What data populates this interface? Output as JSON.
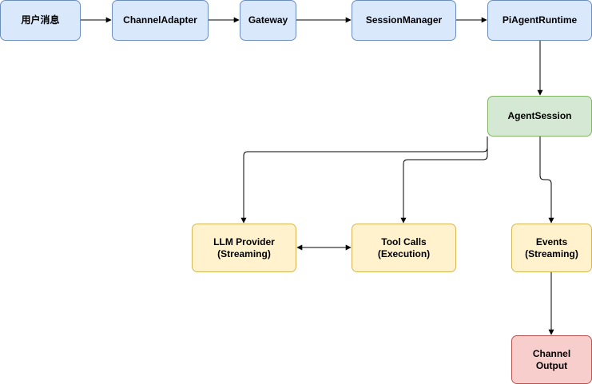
{
  "nodes": {
    "user_message": "用户消息",
    "channel_adapter": "ChannelAdapter",
    "gateway": "Gateway",
    "session_manager": "SessionManager",
    "pi_agent_runtime": "PiAgentRuntime",
    "agent_session": "AgentSession",
    "llm_provider": "LLM Provider\n(Streaming)",
    "tool_calls": "Tool Calls\n(Execution)",
    "events": "Events\n(Streaming)",
    "channel_output": "Channel\nOutput"
  },
  "colors": {
    "blue_fill": "#dae8fc",
    "green_fill": "#d5e8d4",
    "yellow_fill": "#fff2cc",
    "red_fill": "#f8cecc",
    "edge": "#000000"
  }
}
